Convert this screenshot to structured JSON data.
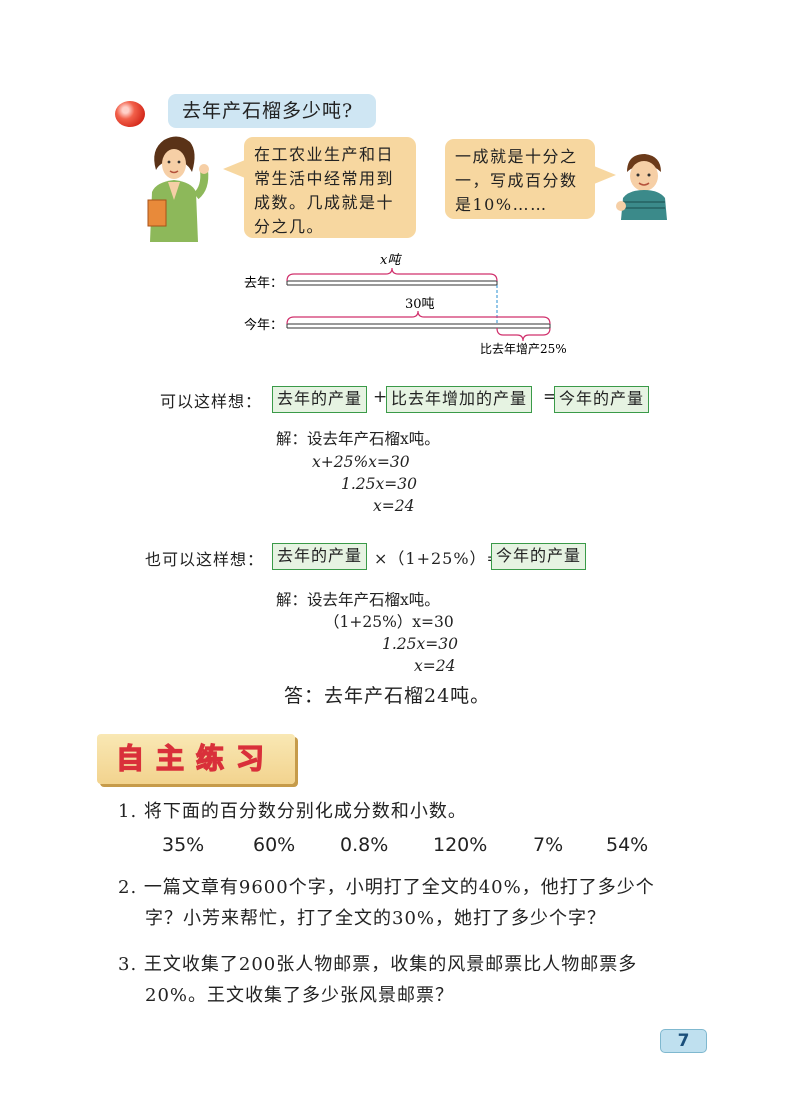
{
  "question": {
    "text": "去年产石榴多少吨?"
  },
  "teacher_bubble": {
    "lines": [
      "在工农业生产和日",
      "常生活中经常用到",
      "成数。几成就是十",
      "分之几。"
    ]
  },
  "boy_bubble": {
    "lines": [
      "一成就是十分之",
      "一，写成百分数",
      "是10%……"
    ]
  },
  "diagram": {
    "last_year_label": "去年：",
    "this_year_label": "今年：",
    "top_label": "x吨",
    "bottom_label": "30吨",
    "increase_label": "比去年增产25%"
  },
  "method1": {
    "intro": "可以这样想：",
    "box1": "去年的产量",
    "plus": "+",
    "box2": "比去年增加的产量",
    "equals": "=",
    "box3": "今年的产量",
    "solution": [
      "解：设去年产石榴x吨。",
      "x+25%x=30",
      "1.25x=30",
      "x=24"
    ]
  },
  "method2": {
    "intro": "也可以这样想：",
    "box1": "去年的产量",
    "times": "×（1+25%）=",
    "box2": "今年的产量",
    "solution": [
      "解：设去年产石榴x吨。",
      "（1+25%）x=30",
      "1.25x=30",
      "x=24"
    ],
    "answer": "答：去年产石榴24吨。"
  },
  "practice": {
    "title": "自主练习",
    "ex1": "1. 将下面的百分数分别化成分数和小数。",
    "percents": [
      "35%",
      "60%",
      "0.8%",
      "120%",
      "7%",
      "54%"
    ],
    "ex2_line1": "2. 一篇文章有9600个字，小明打了全文的40%，他打了多少个",
    "ex2_line2": "字？小芳来帮忙，打了全文的30%，她打了多少个字？",
    "ex3_line1": "3. 王文收集了200张人物邮票，收集的风景邮票比人物邮票多",
    "ex3_line2": "20%。王文收集了多少张风景邮票？"
  },
  "page_number": "7"
}
